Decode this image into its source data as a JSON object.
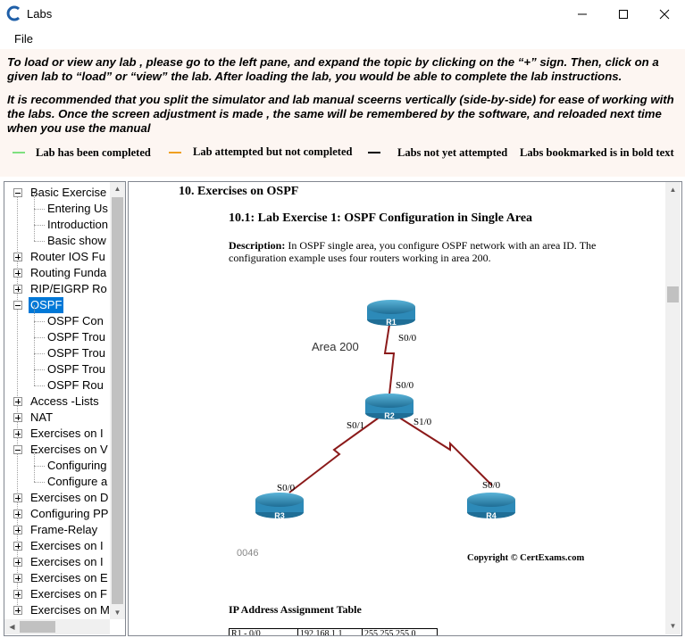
{
  "window": {
    "title": "Labs",
    "controls": {
      "minimize": "minimize-icon",
      "maximize": "maximize-icon",
      "close": "close-icon"
    }
  },
  "menu": {
    "file": "File"
  },
  "instructions": {
    "line1": "To load or view any lab , please go to the left pane, and expand the topic by clicking on the “+” sign. Then, click on a given lab to “load” or “view” the lab.  After loading the lab, you would be able to complete the lab instructions.",
    "line2": "It is recommended that you split the simulator and lab manual sceerns vertically (side-by-side) for ease of working with the labs. Once the screen adjustment is made , the same will be remembered by the software, and reloaded next time when you use the manual"
  },
  "legend": {
    "completed": "Lab has been completed",
    "attempted": "Lab attempted but not completed",
    "not_attempted": "Labs not yet  attempted",
    "bookmarked": "Labs bookmarked is in bold text",
    "colors": {
      "completed": "#7fe07f",
      "attempted": "#f0a020",
      "not_attempted": "#000000"
    }
  },
  "tree": {
    "items": [
      {
        "label": "Basic Exercise",
        "level": 0,
        "expander": "minus"
      },
      {
        "label": "Entering Us",
        "level": 1
      },
      {
        "label": "Introduction",
        "level": 1
      },
      {
        "label": "Basic show",
        "level": 1
      },
      {
        "label": "Router IOS Fu",
        "level": 0,
        "expander": "plus"
      },
      {
        "label": "Routing Funda",
        "level": 0,
        "expander": "plus"
      },
      {
        "label": "RIP/EIGRP Ro",
        "level": 0,
        "expander": "plus"
      },
      {
        "label": "OSPF",
        "level": 0,
        "expander": "minus",
        "selected": true
      },
      {
        "label": "OSPF Con",
        "level": 1
      },
      {
        "label": "OSPF Trou",
        "level": 1
      },
      {
        "label": "OSPF Trou",
        "level": 1
      },
      {
        "label": "OSPF Trou",
        "level": 1
      },
      {
        "label": "OSPF Rou",
        "level": 1
      },
      {
        "label": "Access -Lists",
        "level": 0,
        "expander": "plus"
      },
      {
        "label": "NAT",
        "level": 0,
        "expander": "plus"
      },
      {
        "label": "Exercises on I",
        "level": 0,
        "expander": "plus"
      },
      {
        "label": "Exercises on V",
        "level": 0,
        "expander": "minus"
      },
      {
        "label": "Configuring",
        "level": 1
      },
      {
        "label": "Configure a",
        "level": 1
      },
      {
        "label": "Exercises on D",
        "level": 0,
        "expander": "plus"
      },
      {
        "label": "Configuring PP",
        "level": 0,
        "expander": "plus"
      },
      {
        "label": "Frame-Relay",
        "level": 0,
        "expander": "plus"
      },
      {
        "label": "Exercises on I",
        "level": 0,
        "expander": "plus"
      },
      {
        "label": "Exercises on I",
        "level": 0,
        "expander": "plus"
      },
      {
        "label": "Exercises on E",
        "level": 0,
        "expander": "plus"
      },
      {
        "label": "Exercises on F",
        "level": 0,
        "expander": "plus"
      },
      {
        "label": "Exercises on M",
        "level": 0,
        "expander": "plus"
      }
    ]
  },
  "document": {
    "section_heading": "10. Exercises on OSPF",
    "lab_title": "10.1: Lab Exercise 1: OSPF Configuration in Single Area",
    "description_label": "Description:",
    "description_text": " In OSPF single area, you configure OSPF network with an area ID. The configuration example uses four routers working in area 200.",
    "diagram": {
      "area_label": "Area 200",
      "routers": [
        "R1",
        "R2",
        "R3",
        "R4"
      ],
      "interfaces": {
        "r1_s00": "S0/0",
        "r2_s00": "S0/0",
        "r2_s01": "S0/1",
        "r2_s10": "S1/0",
        "r3_s00": "S0/0",
        "r4_s00": "S0/0"
      },
      "figure_id": "0046",
      "copyright": "Copyright © CertExams.com"
    },
    "table_heading": "IP Address Assignment Table",
    "table_row": [
      "R1 - 0/0",
      "192.168.1.1",
      "255.255.255.0"
    ]
  }
}
